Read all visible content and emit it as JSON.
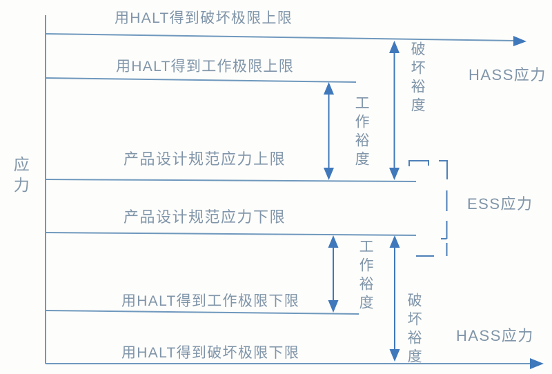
{
  "diagram": {
    "axis_label": "应力",
    "limit_labels": {
      "destruct_upper": "用HALT得到破坏极限上限",
      "operate_upper": "用HALT得到工作极限上限",
      "design_upper": "产品设计规范应力上限",
      "design_lower": "产品设计规范应力下限",
      "operate_lower": "用HALT得到工作极限下限",
      "destruct_lower": "用HALT得到破坏极限下限"
    },
    "margin_labels": {
      "work_upper": "工作裕度",
      "destruct_upper": "破坏裕度",
      "work_lower": "工作裕度",
      "destruct_lower": "破坏裕度"
    },
    "stress_labels": {
      "hass_upper": "HASS应力",
      "ess": "ESS应力",
      "hass_lower": "HASS应力"
    },
    "colors": {
      "line": "#6f98bd",
      "arrow": "#3f78bb",
      "bracket": "#4e80b8",
      "text": "#8095a9",
      "background": "#fdfdfb"
    }
  }
}
